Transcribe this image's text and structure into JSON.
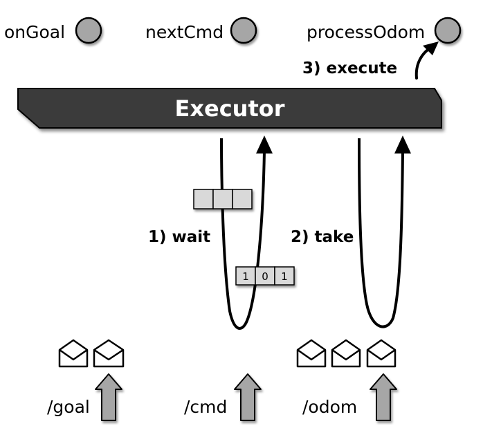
{
  "callbacks": [
    {
      "label": "onGoal"
    },
    {
      "label": "nextCmd"
    },
    {
      "label": "processOdom"
    }
  ],
  "executor": {
    "label": "Executor"
  },
  "steps": {
    "execute": "3) execute",
    "wait": "1) wait",
    "take": "2) take"
  },
  "buffers": {
    "empty_cells": [
      "",
      "",
      ""
    ],
    "filled_cells": [
      "1",
      "0",
      "1"
    ]
  },
  "topics": [
    {
      "label": "/goal",
      "messages": 2
    },
    {
      "label": "/cmd",
      "messages": 0
    },
    {
      "label": "/odom",
      "messages": 3
    }
  ],
  "colors": {
    "executor_fill": "#3a3a3a",
    "executor_text": "#ffffff",
    "callback_circle": "#a6a6a6",
    "buffer_cell": "#d9d9d9",
    "topic_arrow": "#a6a6a6",
    "line": "#000000"
  },
  "icons": {
    "message": "envelope-icon",
    "callback": "circle-icon"
  }
}
